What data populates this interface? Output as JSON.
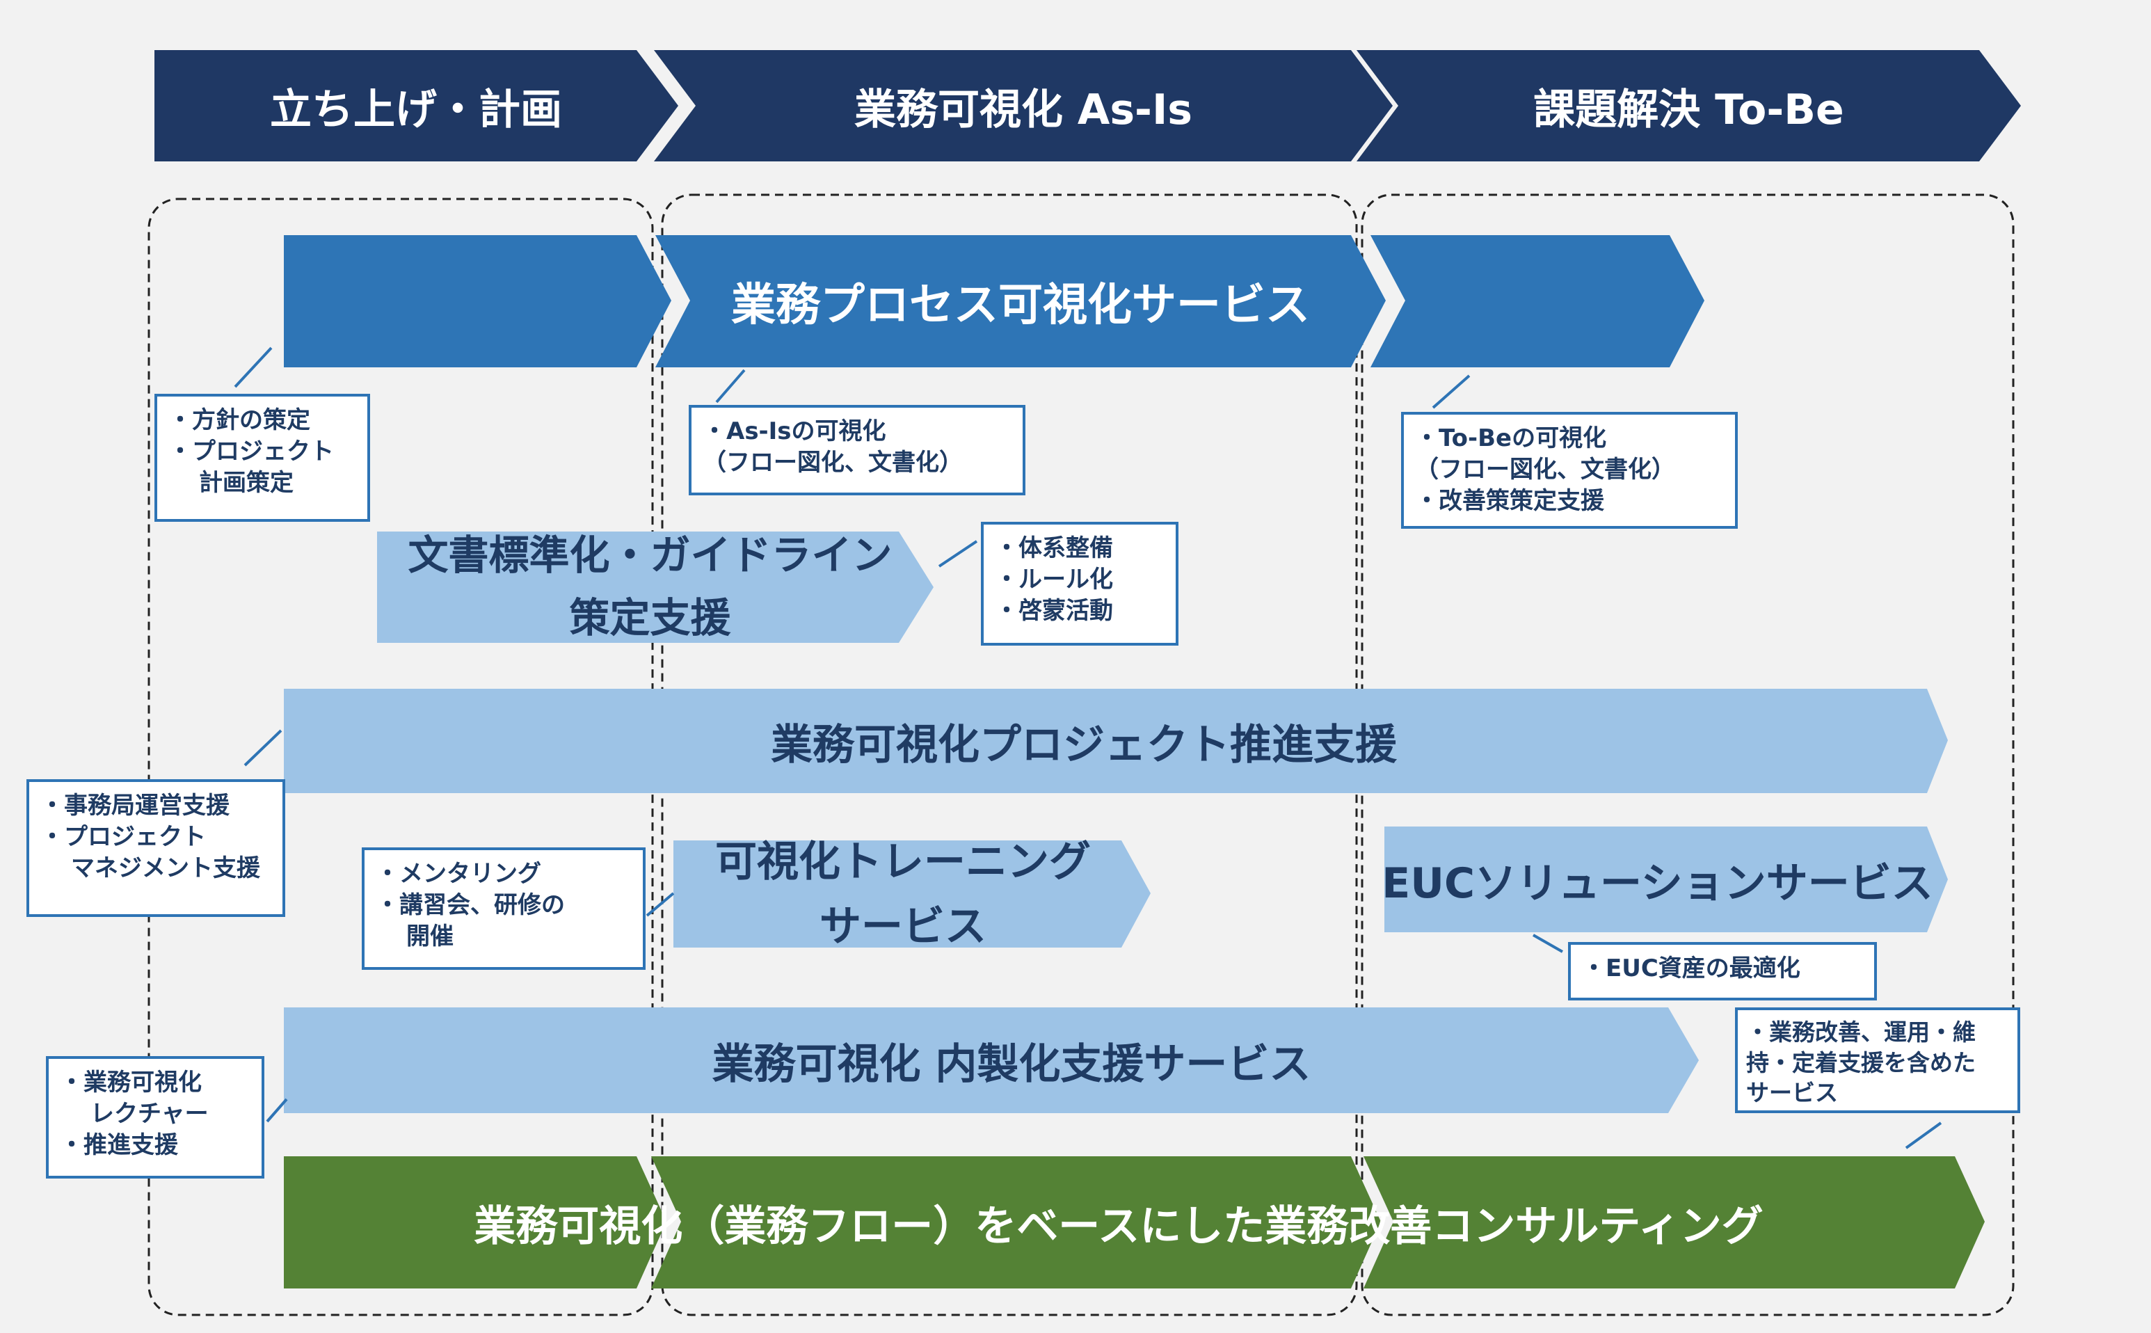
{
  "phases": [
    "立ち上げ・計画",
    "業務可視化 As-Is",
    "課題解決 To-Be"
  ],
  "services": {
    "process_visualization": "業務プロセス可視化サービス",
    "doc_standardization": [
      "文書標準化・ガイドライン",
      "策定支援"
    ],
    "project_promotion": "業務可視化プロジェクト推進支援",
    "training": [
      "可視化トレーニング",
      "サービス"
    ],
    "euc_solution": "EUCソリューションサービス",
    "insourcing": "業務可視化 内製化支援サービス",
    "consulting": "業務可視化（業務フロー）をベースにした業務改善コンサルティング"
  },
  "callouts": {
    "planning": [
      "・方針の策定",
      "・プロジェクト",
      "計画策定"
    ],
    "asis": [
      "・As-Isの可視化",
      "（フロー図化、文書化）"
    ],
    "tobe": [
      "・To-Beの可視化",
      "（フロー図化、文書化）",
      "・改善策策定支援"
    ],
    "rules": [
      "・体系整備",
      "・ルール化",
      "・啓蒙活動"
    ],
    "pmo": [
      "・事務局運営支援",
      "・プロジェクト",
      "マネジメント支援"
    ],
    "mentoring": [
      "・メンタリング",
      "・講習会、研修の",
      "開催"
    ],
    "euc": [
      "・EUC資産の最適化"
    ],
    "maintenance": [
      "・業務改善、運用・維",
      "持・定着支援を含めた",
      "サービス"
    ],
    "lecture": [
      "・業務可視化",
      "レクチャー",
      "・推進支援"
    ]
  },
  "colors": {
    "navy": "#1f3864",
    "blue": "#2e75b6",
    "light_blue": "#9dc3e6",
    "green": "#548235",
    "background": "#f2f2f2"
  }
}
